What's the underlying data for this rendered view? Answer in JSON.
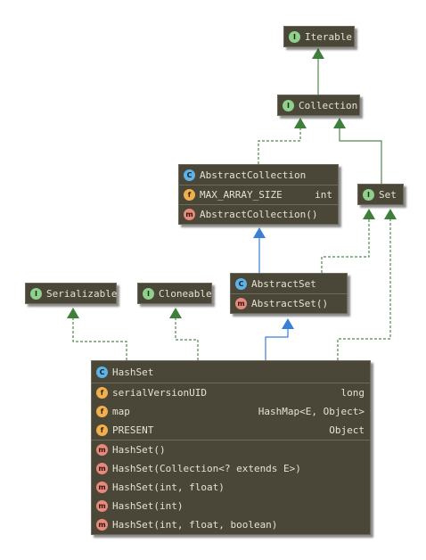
{
  "colors": {
    "box_bg": "#4a4739",
    "text": "#e6e2d0",
    "realize_edge": "#4f8a4c",
    "extend_edge": "#3a7fd6"
  },
  "classes": {
    "iterable": {
      "badge": "I",
      "name": "Iterable"
    },
    "collection": {
      "badge": "I",
      "name": "Collection"
    },
    "abstract_collection": {
      "badge": "C",
      "name": "AbstractCollection",
      "fields": [
        {
          "badge": "f",
          "name": "MAX_ARRAY_SIZE",
          "type": "int"
        }
      ],
      "methods": [
        {
          "badge": "m",
          "name": "AbstractCollection()"
        }
      ]
    },
    "set": {
      "badge": "I",
      "name": "Set"
    },
    "serializable": {
      "badge": "I",
      "name": "Serializable"
    },
    "cloneable": {
      "badge": "I",
      "name": "Cloneable"
    },
    "abstract_set": {
      "badge": "C",
      "name": "AbstractSet",
      "methods": [
        {
          "badge": "m",
          "name": "AbstractSet()"
        }
      ]
    },
    "hashset": {
      "badge": "C",
      "name": "HashSet",
      "fields": [
        {
          "badge": "f",
          "name": "serialVersionUID",
          "type": "long"
        },
        {
          "badge": "f",
          "name": "map",
          "type": "HashMap<E, Object>"
        },
        {
          "badge": "f",
          "name": "PRESENT",
          "type": "Object"
        }
      ],
      "methods": [
        {
          "badge": "m",
          "name": "HashSet()"
        },
        {
          "badge": "m",
          "name": "HashSet(Collection<? extends E>)"
        },
        {
          "badge": "m",
          "name": "HashSet(int, float)"
        },
        {
          "badge": "m",
          "name": "HashSet(int)"
        },
        {
          "badge": "m",
          "name": "HashSet(int, float, boolean)"
        }
      ]
    }
  }
}
